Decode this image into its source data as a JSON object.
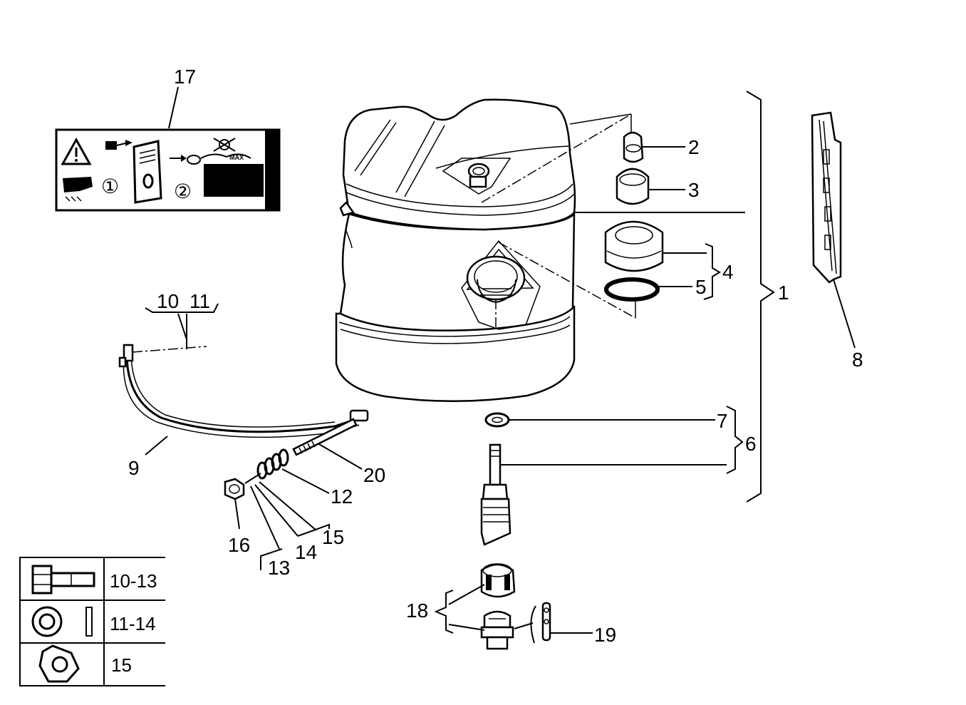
{
  "callouts": {
    "c1": "1",
    "c2": "2",
    "c3": "3",
    "c4": "4",
    "c5": "5",
    "c6": "6",
    "c7": "7",
    "c8": "8",
    "c9": "9",
    "c10": "10",
    "c11": "11",
    "c12": "12",
    "c13": "13",
    "c14": "14",
    "c15": "15",
    "c16": "16",
    "c17": "17",
    "c18": "18",
    "c19": "19",
    "c20": "20"
  },
  "warning_label": {
    "max_text": "MAX",
    "step1": "①",
    "step2": "②"
  },
  "hardware_legend": [
    {
      "icon": "bolt-icon",
      "label": "10-13"
    },
    {
      "icon": "washer-icon",
      "label": "11-14"
    },
    {
      "icon": "hex-nut-icon",
      "label": "15"
    }
  ]
}
